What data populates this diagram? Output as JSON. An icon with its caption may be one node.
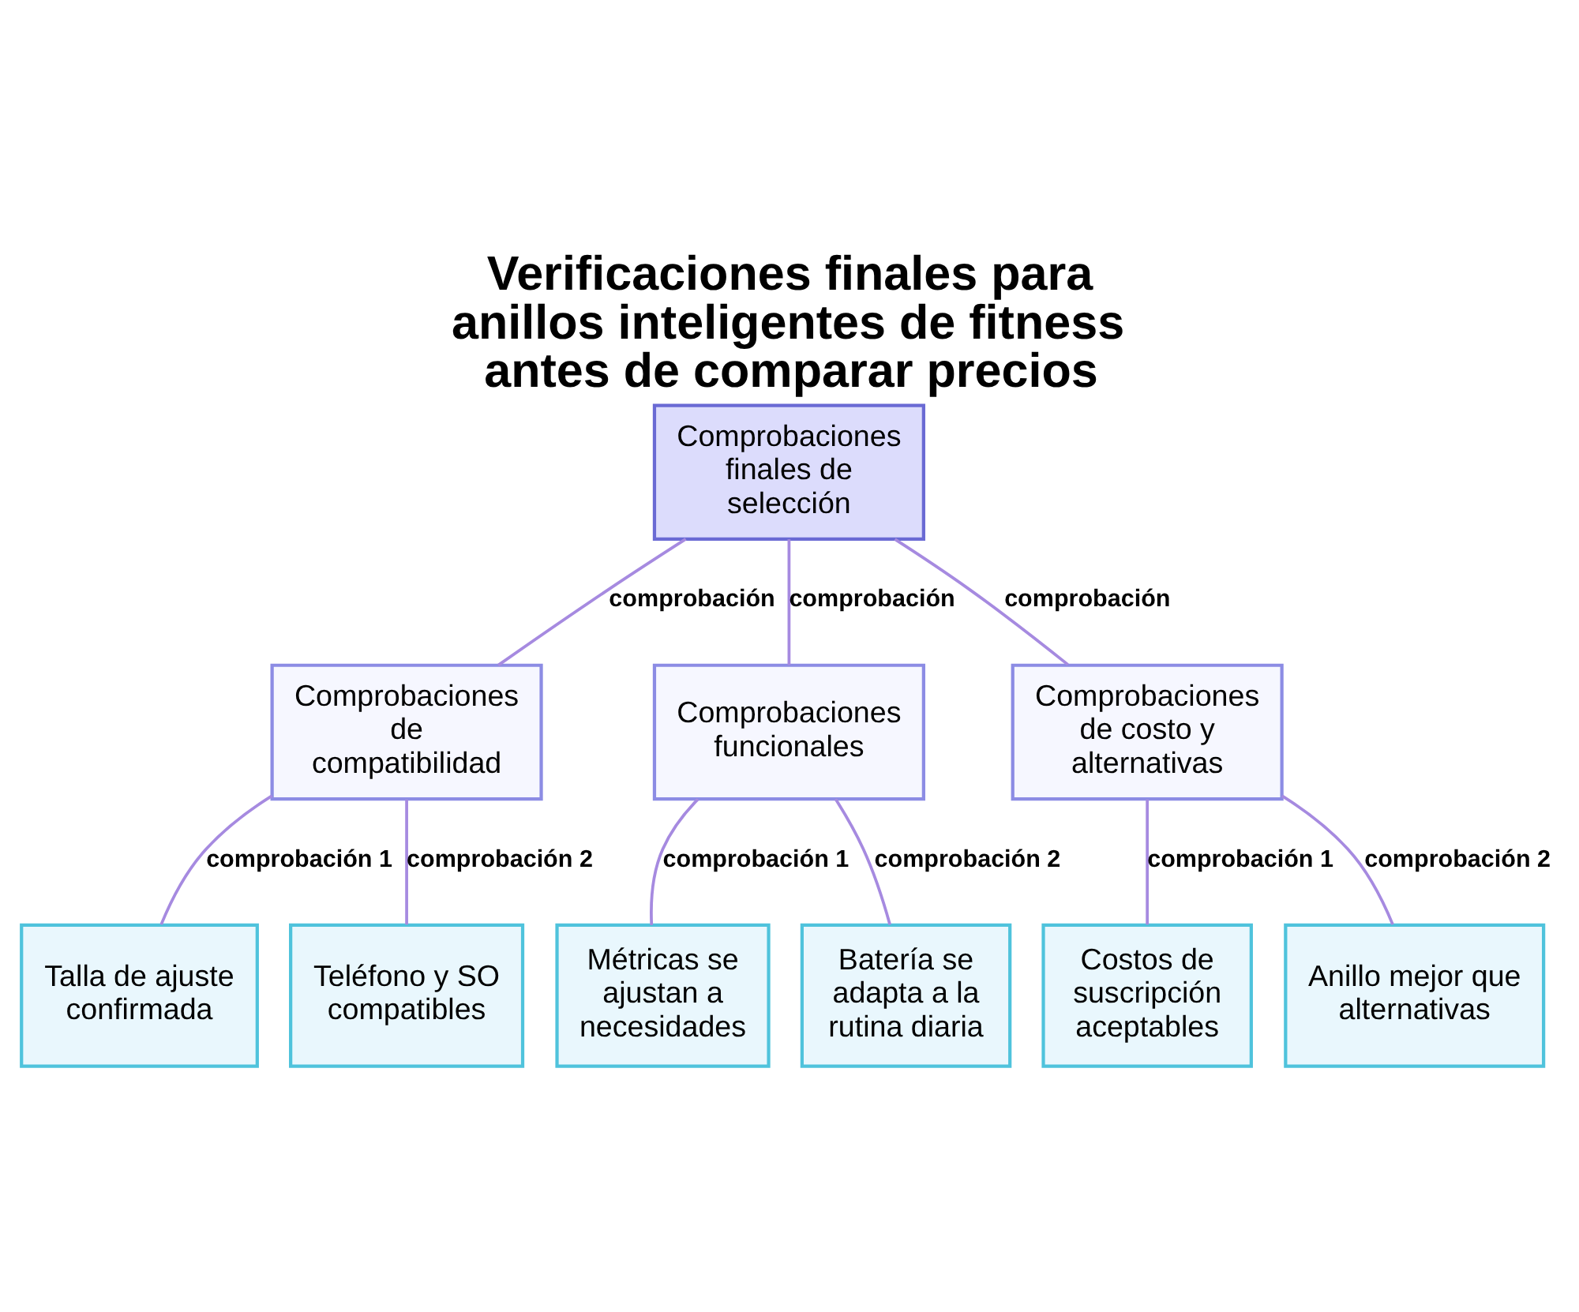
{
  "diagram": {
    "title": "Verificaciones finales para anillos inteligentes de fitness antes de comparar precios",
    "nodes": [
      {
        "text": [
          "Comprobaciones finales de selección"
        ]
      },
      {
        "text": [
          "Comprobaciones de compatibilidad"
        ]
      },
      {
        "text": [
          "Comprobaciones funcionales"
        ]
      },
      {
        "text": [
          "Comprobaciones de costo y alternativas"
        ]
      },
      {
        "text": [
          "Talla de ajuste confirmada"
        ]
      },
      {
        "text": [
          "Teléfono y SO compatibles"
        ]
      },
      {
        "text": [
          "Métricas se ajustan a necesidades"
        ]
      },
      {
        "text": [
          "Batería se adapta a la rutina diaria"
        ]
      },
      {
        "text": [
          "Costos de suscripción aceptables"
        ]
      },
      {
        "text": [
          "Anillo mejor que alternativas"
        ]
      }
    ],
    "edges": [
      {
        "from": 0,
        "to": 1,
        "arrow": "none",
        "label": "comprobación"
      },
      {
        "from": 0,
        "to": 2,
        "arrow": "none",
        "label": "comprobación"
      },
      {
        "from": 0,
        "to": 3,
        "arrow": "none",
        "label": "comprobación"
      },
      {
        "from": 1,
        "to": 4,
        "arrow": "none",
        "label": "comprobación 1"
      },
      {
        "from": 1,
        "to": 5,
        "arrow": "none",
        "label": "comprobación 2"
      },
      {
        "from": 2,
        "to": 6,
        "arrow": "none",
        "label": "comprobación 1"
      },
      {
        "from": 2,
        "to": 7,
        "arrow": "none",
        "label": "comprobación 2"
      },
      {
        "from": 3,
        "to": 8,
        "arrow": "none",
        "label": "comprobación 1"
      },
      {
        "from": 3,
        "to": 9,
        "arrow": "none",
        "label": "comprobación 2"
      }
    ]
  }
}
